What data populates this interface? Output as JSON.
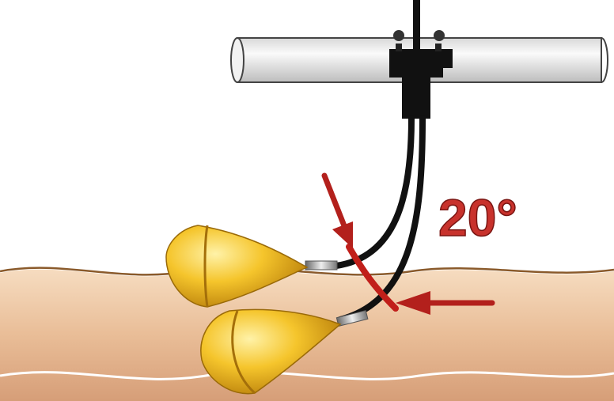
{
  "angle_label": "20°",
  "colors": {
    "background": "#ffffff",
    "sediment_top": "#f3d5b5",
    "sediment_bottom": "#d8a07a",
    "waterline": "#8a5a2b",
    "pipe": "#e6e6e6",
    "cable": "#111111",
    "float_body": "#f2b81e",
    "float_highlight": "#ffe07a",
    "arrow": "#b3201c",
    "angle_text": "#c8322c"
  },
  "icons": [
    "float-switch",
    "mounting-pipe",
    "cable-clamp",
    "arrow"
  ]
}
